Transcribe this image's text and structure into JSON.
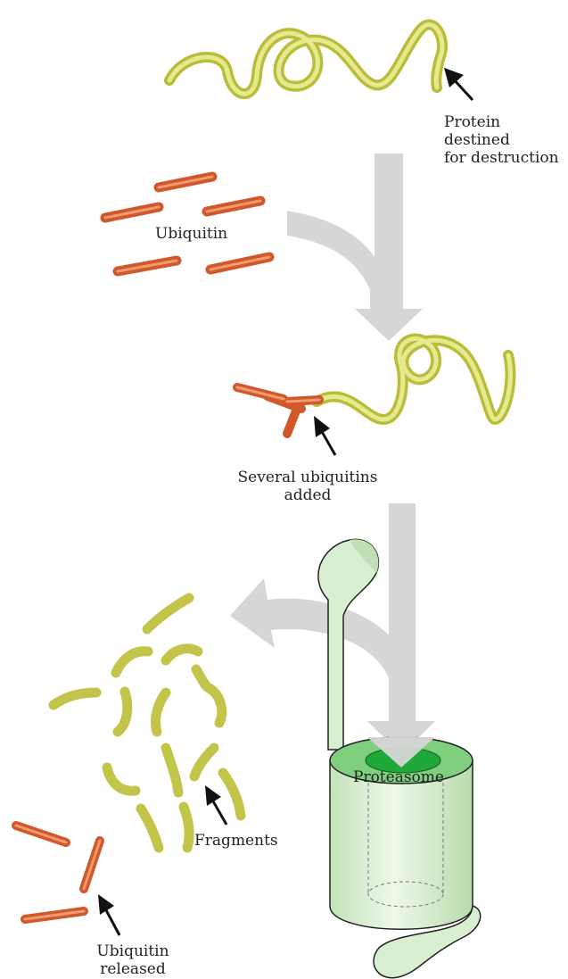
{
  "labels": {
    "protein": "Protein\ndestined\nfor destruction",
    "ubiquitin": "Ubiquitin",
    "several": "Several ubiquitins\nadded",
    "proteasome": "Proteasome",
    "fragments": "Fragments",
    "released": "Ubiquitin\nreleased"
  },
  "colors": {
    "protein": "#d2d65a",
    "protein_light": "#ecee9e",
    "ubiquitin": "#e06a38",
    "ubiquitin_light": "#f2a07a",
    "process_arrow": "#d7d7d7",
    "proteasome_body": "#d9efd2",
    "proteasome_top": "#7fcf7f",
    "proteasome_hole": "#1fa83a",
    "pointer_arrow": "#111111"
  },
  "icons": {
    "pointer": "pointer-arrow-icon",
    "process": "process-arrow-icon"
  }
}
